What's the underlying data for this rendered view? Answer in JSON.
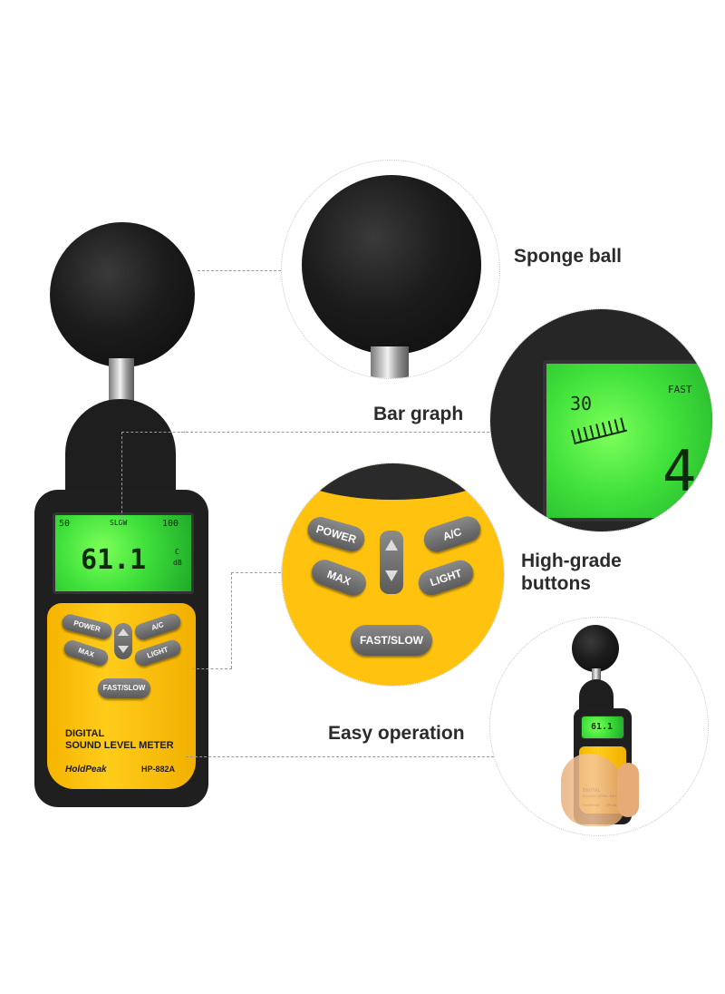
{
  "callouts": {
    "sponge": "Sponge ball",
    "bar_graph": "Bar graph",
    "buttons_line1": "High-grade",
    "buttons_line2": "buttons",
    "easy": "Easy operation"
  },
  "device": {
    "lcd_reading": "61.1",
    "lcd_range_low": "50",
    "lcd_range_high": "100",
    "lcd_mode": "SLOW",
    "lcd_unit_c": "C",
    "lcd_unit_db": "dB",
    "btn_power": "POWER",
    "btn_ac": "A/C",
    "btn_max": "MAX",
    "btn_light": "LIGHT",
    "btn_fastslow": "FAST/SLOW",
    "label_line1": "DIGITAL",
    "label_line2": "SOUND LEVEL METER",
    "brand": "HoldPeak",
    "model": "HP-882A"
  },
  "zoom_bar_graph": {
    "range": "30",
    "mode": "FAST",
    "partial_digit": "4"
  },
  "colors": {
    "yellow": "#ffc20e",
    "lcd_green": "#3fe03a",
    "dark": "#1f1f1f"
  }
}
